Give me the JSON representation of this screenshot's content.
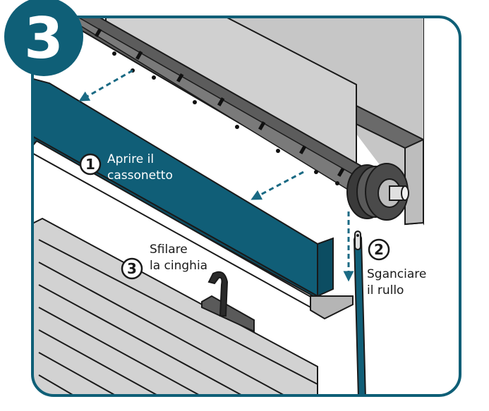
{
  "step": {
    "number": "3"
  },
  "callouts": [
    {
      "number": "1",
      "line1": "Aprire il",
      "line2": "cassonetto"
    },
    {
      "number": "2",
      "line1": "Sganciare",
      "line2": "il rullo"
    },
    {
      "number": "3",
      "line1": "Sfilare",
      "line2": "la cinghia"
    }
  ],
  "colors": {
    "frame": "#0f5f77",
    "cover": "#105e77",
    "arrow": "#1a6a84",
    "shaft": "#5a5a5a",
    "wall": "#c6c6c6",
    "slat": "#d2d2d2",
    "outline": "#1a1a1a"
  }
}
